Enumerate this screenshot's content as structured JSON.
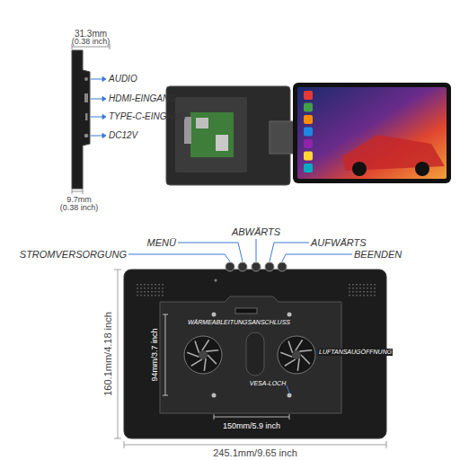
{
  "diagram": {
    "labels": [
      "31.3mm",
      "(0.38 inch)",
      "AUDIO",
      "HDMI-EINGANG",
      "TYPE-C-EINGANG",
      "DC12V",
      "9.7mm",
      "(0.38 inch)",
      "ABWÄRTS",
      "MENÜ",
      "AUFWÄRTS",
      "STROMVERSORGUNG",
      "BEENDEN",
      "WÄRMEABLEITUNGSANSCHLUSS",
      "LUFTANSAUGÖFFNUNG",
      "160.1mm/4.18 inch",
      "94mm/3.7 inch",
      "VESA-LOCH",
      "150mm/5.9 inch",
      "245.1mm/9.65 inch"
    ]
  }
}
